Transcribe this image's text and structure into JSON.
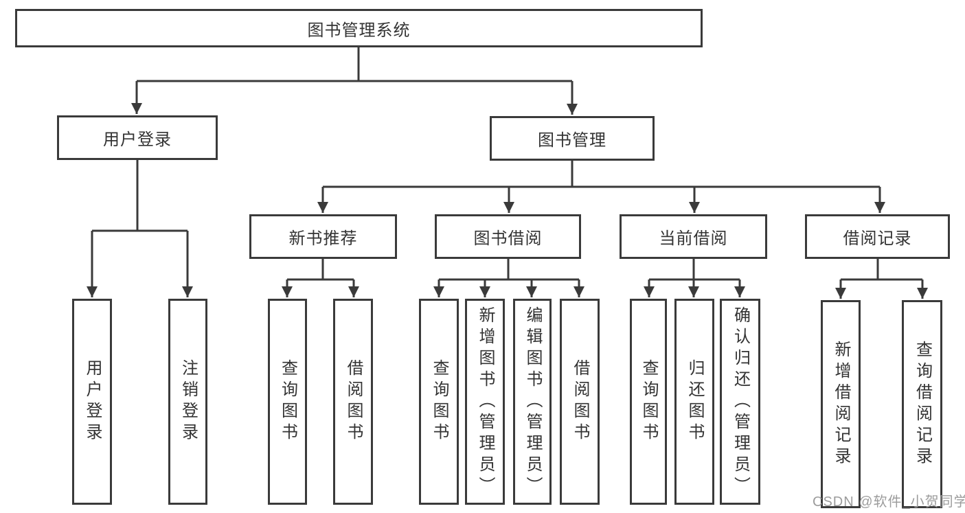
{
  "diagram": {
    "root": {
      "label": "图书管理系统"
    },
    "branches": [
      {
        "label": "用户登录",
        "children": [
          {
            "label": "用户登录"
          },
          {
            "label": "注销登录"
          }
        ]
      },
      {
        "label": "图书管理",
        "children": [
          {
            "label": "新书推荐",
            "children": [
              {
                "label": "查询图书"
              },
              {
                "label": "借阅图书"
              }
            ]
          },
          {
            "label": "图书借阅",
            "children": [
              {
                "label": "查询图书"
              },
              {
                "label": "新增图书（管理员）"
              },
              {
                "label": "编辑图书（管理员）"
              },
              {
                "label": "借阅图书"
              }
            ]
          },
          {
            "label": "当前借阅",
            "children": [
              {
                "label": "查询图书"
              },
              {
                "label": "归还图书"
              },
              {
                "label": "确认归还（管理员）"
              }
            ]
          },
          {
            "label": "借阅记录",
            "children": [
              {
                "label": "新增借阅记录"
              },
              {
                "label": "查询借阅记录"
              }
            ]
          }
        ]
      }
    ],
    "watermark": "CSDN @软件_小贺同学",
    "colors": {
      "line": "#3a3a3a",
      "text": "#333333",
      "background": "#ffffff",
      "watermark": "#9c9c9c"
    }
  }
}
